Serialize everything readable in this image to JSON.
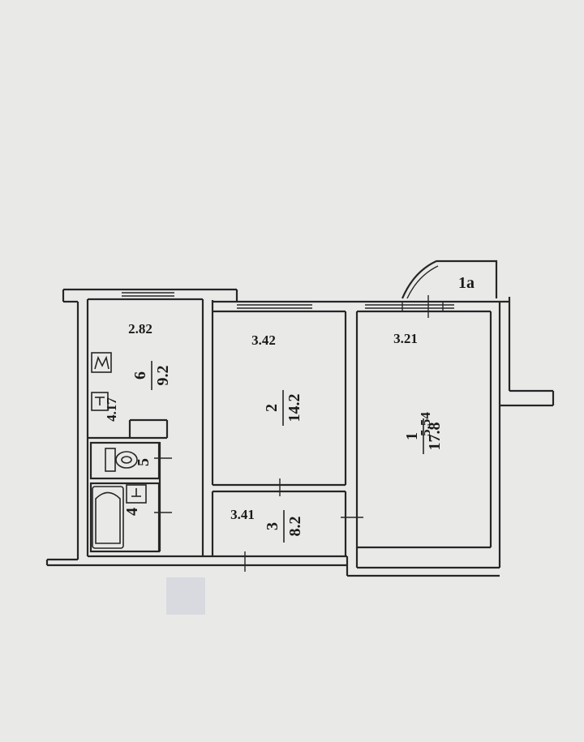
{
  "plan": {
    "dimensions": {
      "kitchen_width": "2.82",
      "room2_width": "3.42",
      "room1_width": "3.21",
      "room2_depth": "4.17",
      "room1_depth": "5.54",
      "room3_width": "3.41"
    },
    "rooms": [
      {
        "number": "6",
        "area": "9.2"
      },
      {
        "number": "2",
        "area": "14.2"
      },
      {
        "number": "1",
        "area": "17.8"
      },
      {
        "number": "3",
        "area": "8.2"
      },
      {
        "number": "5",
        "area": ""
      },
      {
        "number": "4",
        "area": ""
      }
    ],
    "balcony_label": "1a"
  },
  "colors": {
    "paper": "#e9eae8",
    "ink": "#262626"
  }
}
